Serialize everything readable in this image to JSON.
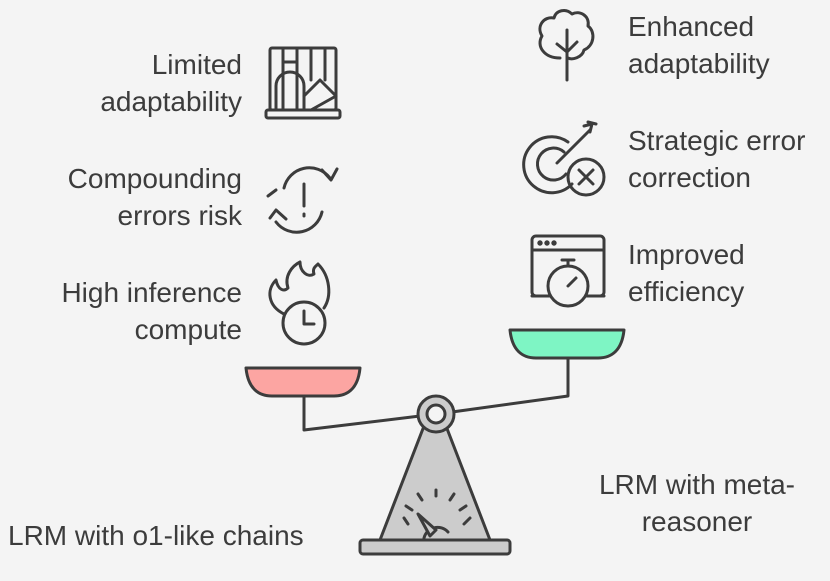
{
  "left": {
    "items": [
      {
        "line1": "Limited",
        "line2": "adaptability",
        "icon": "maze-icon"
      },
      {
        "line1": "Compounding",
        "line2": "errors risk",
        "icon": "error-cycle-icon"
      },
      {
        "line1": "High inference",
        "line2": "compute",
        "icon": "burning-clock-icon"
      }
    ],
    "caption": "LRM with o1-like chains"
  },
  "right": {
    "items": [
      {
        "line1": "Enhanced",
        "line2": "adaptability",
        "icon": "tree-icon"
      },
      {
        "line1": "Strategic error",
        "line2": "correction",
        "icon": "target-correction-icon"
      },
      {
        "line1": "Improved",
        "line2": "efficiency",
        "icon": "stopwatch-window-icon"
      }
    ],
    "caption_line1": "LRM with meta-",
    "caption_line2": "reasoner"
  },
  "colors": {
    "left_pan": "#fca5a2",
    "right_pan": "#7ef5c4",
    "stroke": "#3c3c3c",
    "base": "#cccccc",
    "background": "#f4f4f4"
  }
}
